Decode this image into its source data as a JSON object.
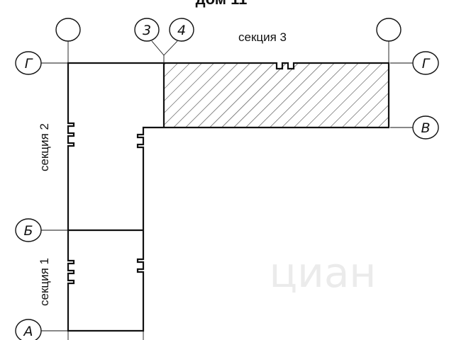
{
  "title": "дом 11",
  "sections": {
    "s1": "секция 1",
    "s2": "секция 2",
    "s3": "секция 3"
  },
  "axes": {
    "g_left": "Г",
    "g_right": "Г",
    "v_right": "В",
    "b_left": "Б",
    "a_left": "А",
    "num_3": "3",
    "num_4": "4",
    "top_left_empty": "",
    "top_right_empty": ""
  },
  "watermark": "циан",
  "colors": {
    "line": "#111111",
    "background": "#ffffff",
    "hatch": "#222222",
    "watermark": "#d4d4d4"
  }
}
